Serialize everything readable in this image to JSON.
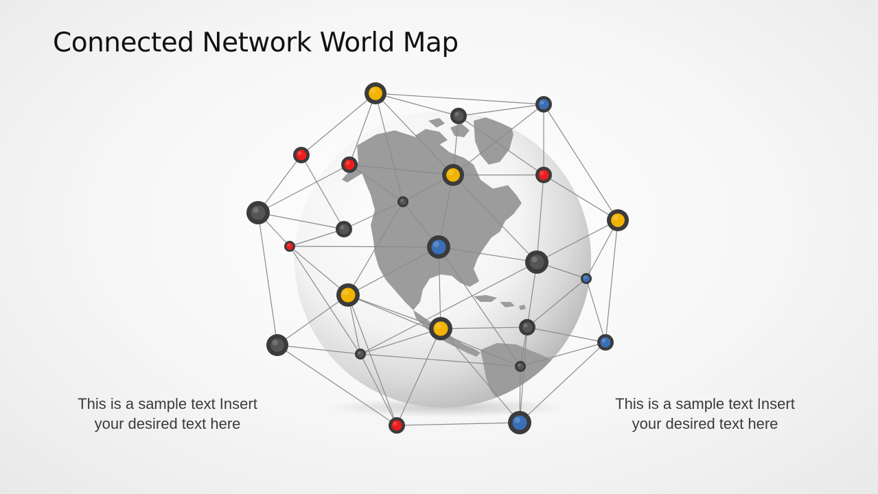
{
  "slide": {
    "title": "Connected Network World Map"
  },
  "captions": {
    "left": {
      "line1": "This is a sample text Insert",
      "line2": "your desired text here"
    },
    "right": {
      "line1": "This is a sample text Insert",
      "line2": "your desired text here"
    }
  },
  "colors": {
    "yellow": "#f2b400",
    "red": "#ee1c1c",
    "blue": "#3a6fb8",
    "dark": "#555555",
    "ring": "#3b3b3b",
    "line": "#8a8a8a",
    "land": "#9c9c9c"
  },
  "globe": {
    "icon": "globe-north-america-icon"
  },
  "network": {
    "node_colors": [
      "yellow",
      "dark",
      "blue",
      "red",
      "red",
      "yellow",
      "red",
      "yellow",
      "dark",
      "dark",
      "dark",
      "red",
      "blue",
      "dark",
      "blue",
      "yellow",
      "dark",
      "dark",
      "yellow",
      "blue",
      "dark",
      "dark",
      "red",
      "blue"
    ]
  }
}
